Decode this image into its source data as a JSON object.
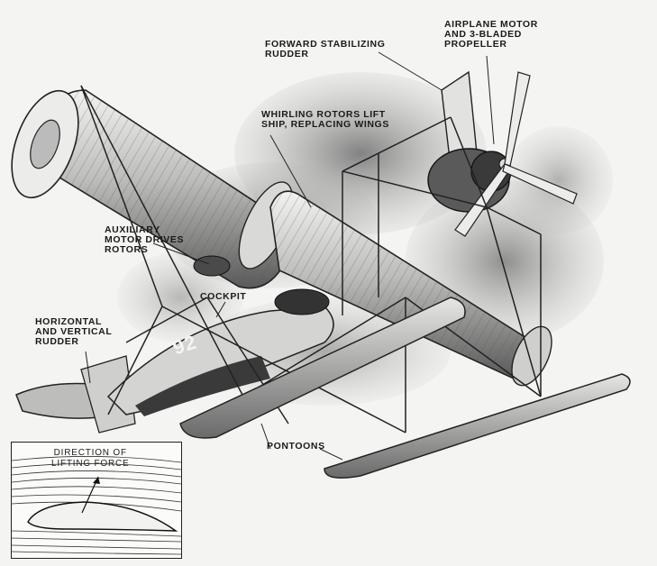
{
  "labels": {
    "airplane_motor": "AIRPLANE MOTOR\nAND 3-BLADED\nPROPELLER",
    "forward_rudder": "FORWARD STABILIZING\nRUDDER",
    "rotors": "WHIRLING ROTORS LIFT\nSHIP, REPLACING WINGS",
    "aux_motor": "AUXILIARY\nMOTOR DRIVES\nROTORS",
    "cockpit": "COCKPIT",
    "rudder": "HORIZONTAL\nAND VERTICAL\nRUDDER",
    "pontoons": "PONTOONS"
  },
  "inset": {
    "label": "DIRECTION OF\nLIFTING FORCE"
  },
  "hull_number": "92",
  "colors": {
    "ink": "#1a1a1a",
    "paper": "#f4f4f2",
    "cloud": "#8a8a8a",
    "metal_light": "#d8d8d6",
    "metal_dark": "#3a3a3a"
  }
}
